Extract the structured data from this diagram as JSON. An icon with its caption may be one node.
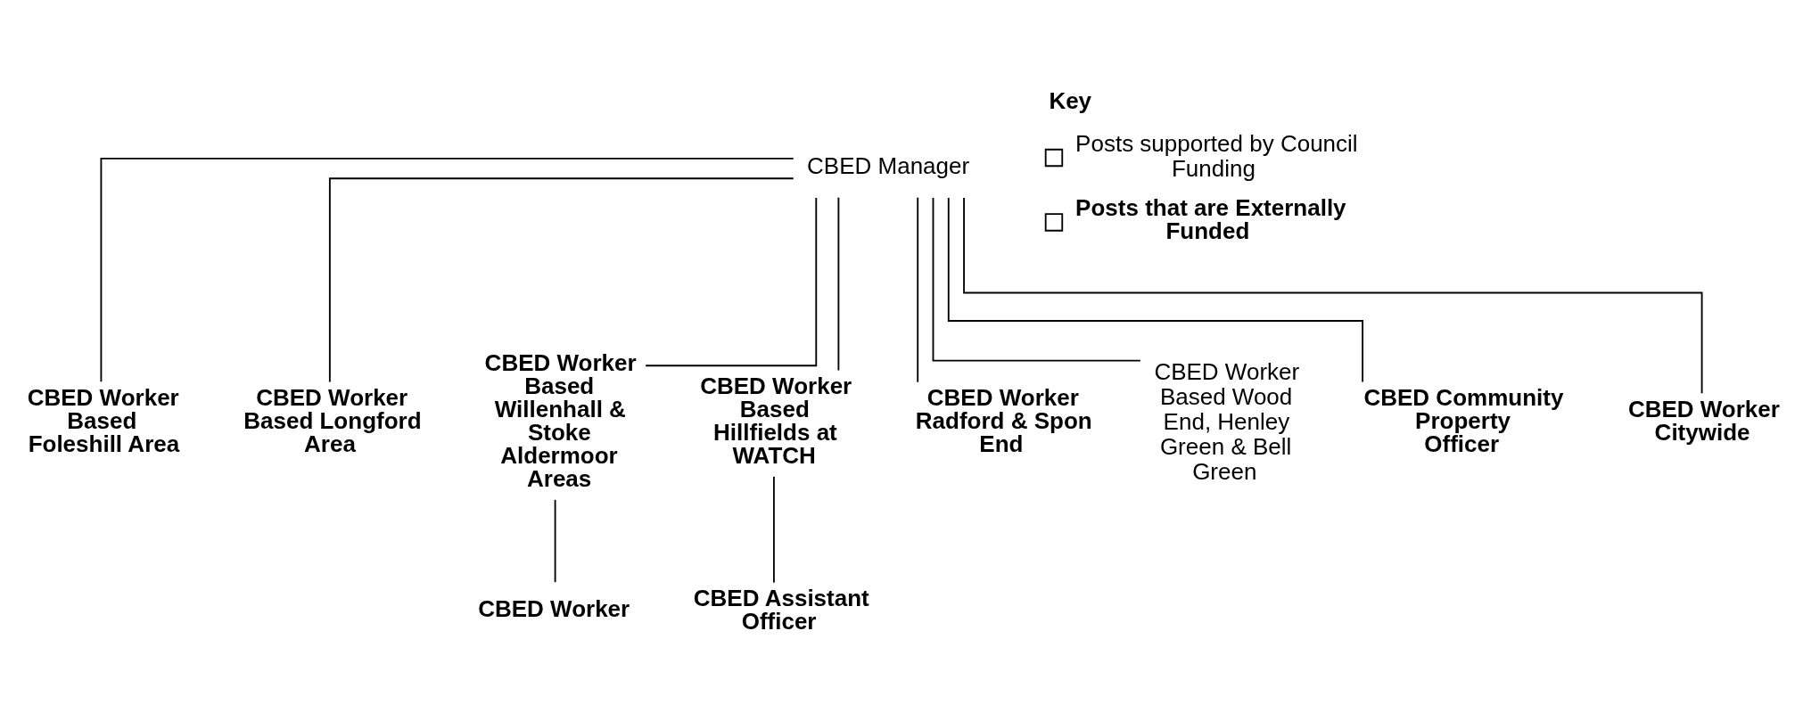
{
  "diagram": {
    "nodes": [
      {
        "text": [
          "CBED Manager"
        ]
      },
      {
        "text": [
          "CBED Worker Based Foleshill Area"
        ]
      },
      {
        "text": [
          "CBED Worker Based Longford Area"
        ]
      },
      {
        "text": [
          "CBED Worker Based Willenhall & Stoke Aldermoor Areas"
        ]
      },
      {
        "text": [
          "CBED Worker Based Hillfields at WATCH"
        ]
      },
      {
        "text": [
          "CBED Worker Radford & Spon End"
        ]
      },
      {
        "text": [
          "CBED Worker Based Wood End, Henley Green & Bell Green"
        ]
      },
      {
        "text": [
          "CBED Community Property Officer"
        ]
      },
      {
        "text": [
          "CBED Worker Citywide"
        ]
      },
      {
        "text": [
          "CBED Worker"
        ]
      },
      {
        "text": [
          "CBED Assistant Officer"
        ]
      }
    ],
    "edges": [
      {
        "from": 0,
        "to": 1,
        "arrow": "none"
      },
      {
        "from": 0,
        "to": 2,
        "arrow": "none"
      },
      {
        "from": 0,
        "to": 3,
        "arrow": "none"
      },
      {
        "from": 0,
        "to": 4,
        "arrow": "none"
      },
      {
        "from": 0,
        "to": 5,
        "arrow": "none"
      },
      {
        "from": 0,
        "to": 6,
        "arrow": "none"
      },
      {
        "from": 0,
        "to": 7,
        "arrow": "none"
      },
      {
        "from": 0,
        "to": 8,
        "arrow": "none"
      },
      {
        "from": 3,
        "to": 9,
        "arrow": "none"
      },
      {
        "from": 4,
        "to": 10,
        "arrow": "none"
      }
    ],
    "labels": [
      "Key"
    ],
    "legend": [
      {
        "text": "Posts supported by Council Funding"
      },
      {
        "text": "Posts that are Externally Funded"
      }
    ]
  }
}
